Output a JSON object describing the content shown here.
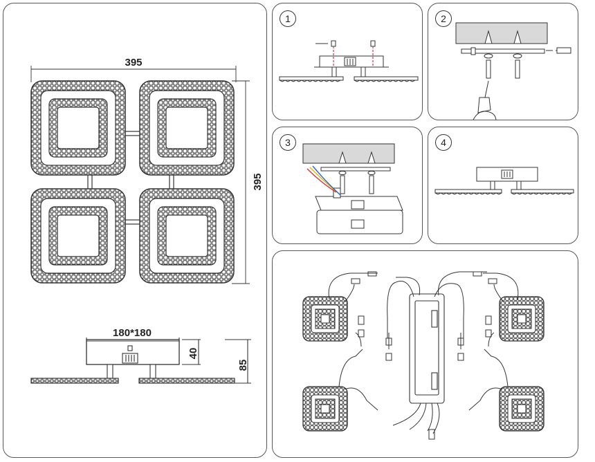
{
  "dimensions": {
    "width": "395",
    "height": "395",
    "base_size": "180*180",
    "base_height": "40",
    "total_height": "85"
  },
  "steps": [
    "1",
    "2",
    "3",
    "4"
  ],
  "colors": {
    "line": "#333333",
    "wire_red": "#d9363e",
    "wire_yellow": "#e3b21e",
    "wire_blue": "#2f63c8",
    "ceiling": "#d9d9d9"
  }
}
